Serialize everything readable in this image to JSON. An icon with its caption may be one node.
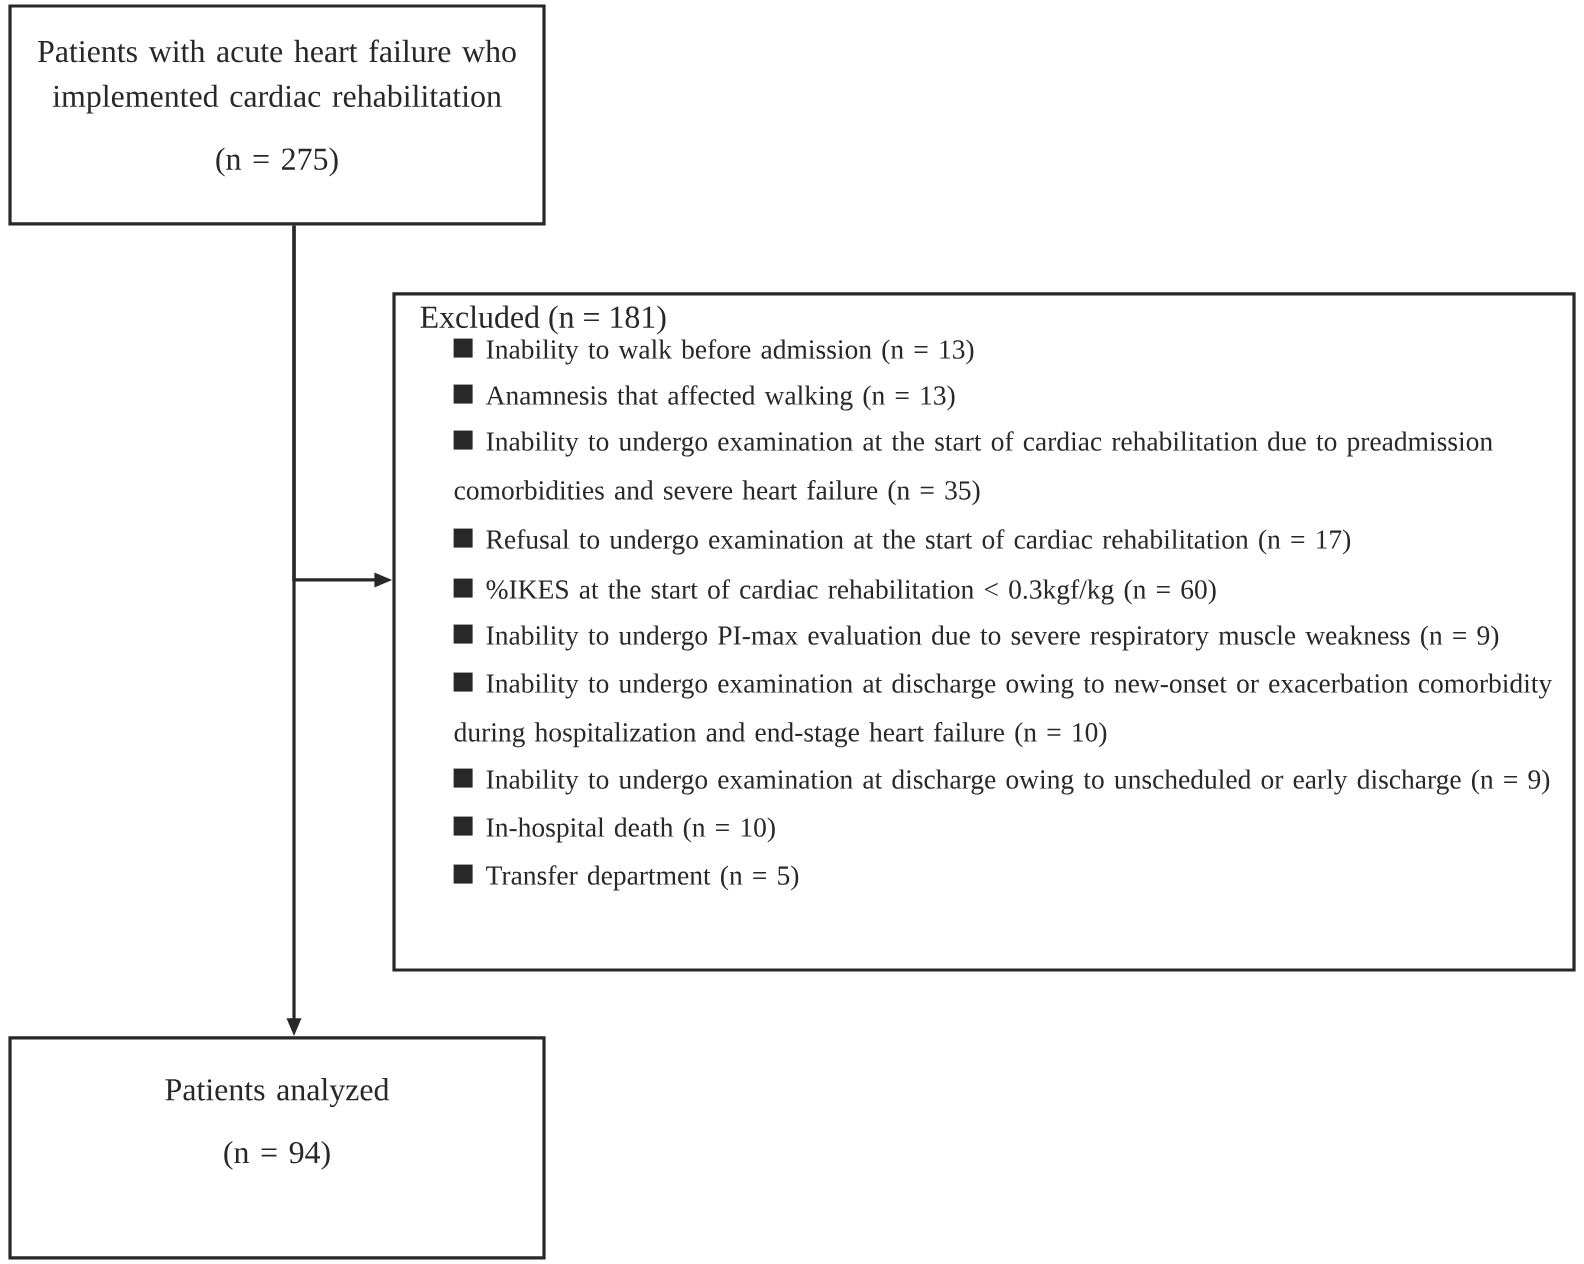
{
  "diagram": {
    "nodes": [
      {
        "text": [
          "Patients with acute heart failure who implemented cardiac rehabilitation",
          "(n = 275)"
        ]
      },
      {
        "text": [
          "Excluded (n = 181)",
          "Inability to walk before admission (n = 13)",
          "Anamnesis that affected walking (n = 13)",
          "Inability to undergo examination at the start of cardiac rehabilitation due to preadmission comorbidities and severe heart failure (n = 35)",
          "Refusal to undergo examination at the start of cardiac rehabilitation (n = 17)",
          "%IKES at the start of cardiac rehabilitation < 0.3kgf/kg (n = 60)",
          "Inability to undergo PI-max evaluation due to severe respiratory muscle weakness (n = 9)",
          "Inability to undergo examination at discharge owing to new-onset or exacerbation comorbidity during hospitalization and end-stage heart failure (n = 10)",
          "Inability to undergo examination at discharge owing to unscheduled or early discharge (n = 9)",
          "In-hospital death (n = 10)",
          "Transfer department (n = 5)"
        ]
      },
      {
        "text": [
          "Patients analyzed",
          "(n = 94)"
        ]
      }
    ],
    "edges": [
      {
        "from": 0,
        "to": 2,
        "arrow": "to"
      },
      {
        "from": 0,
        "to": 1,
        "arrow": "to"
      }
    ]
  }
}
